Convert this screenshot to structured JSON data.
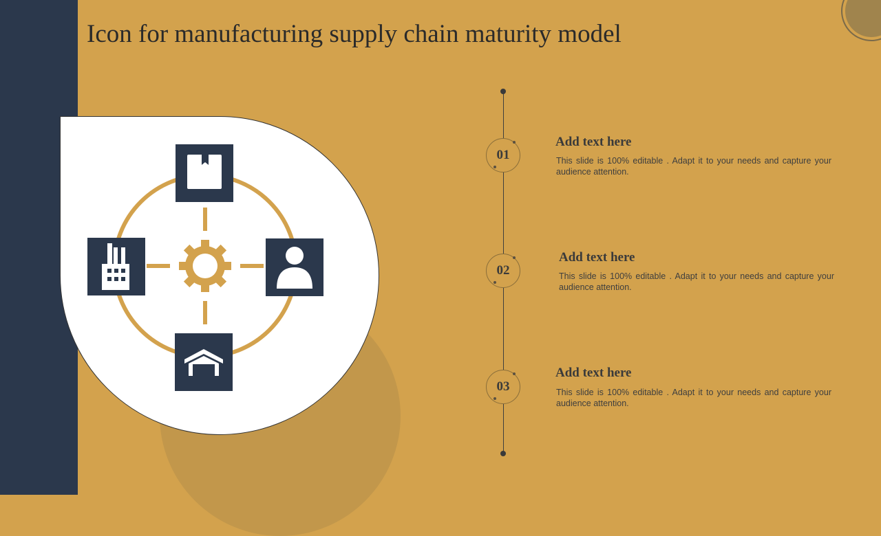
{
  "slide": {
    "title": "Icon for manufacturing supply chain maturity model"
  },
  "diagram": {
    "icons": [
      "document-icon",
      "person-icon",
      "warehouse-icon",
      "factory-icon",
      "gear-icon"
    ]
  },
  "steps": [
    {
      "number": "01",
      "heading": "Add text here",
      "body": "This slide is 100% editable . Adapt it to your needs and capture your audience attention."
    },
    {
      "number": "02",
      "heading": "Add text here",
      "body": "This slide is 100% editable . Adapt it to your needs and capture your audience attention."
    },
    {
      "number": "03",
      "heading": "Add text here",
      "body": "This slide is 100% editable . Adapt it to your needs and capture your audience attention."
    }
  ],
  "colors": {
    "background": "#D3A24D",
    "navy": "#2B384C",
    "gold": "#D3A24D",
    "white": "#FFFFFF"
  }
}
